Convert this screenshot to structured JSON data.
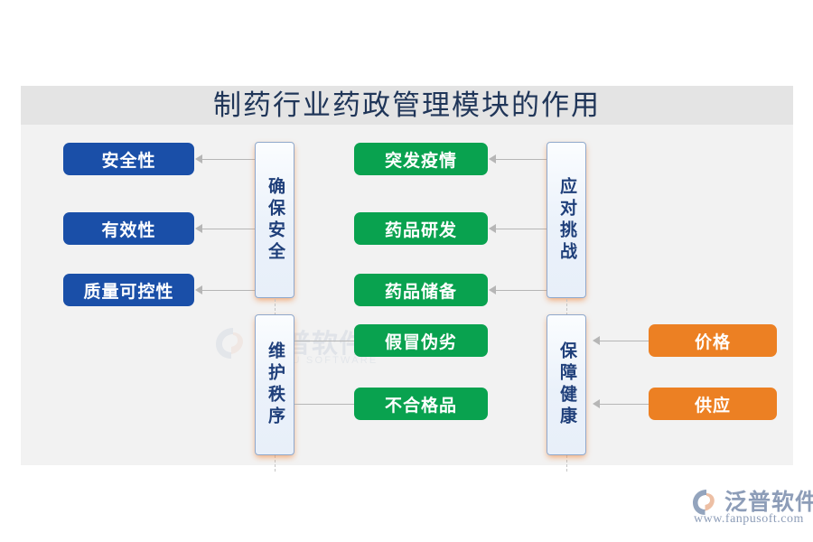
{
  "page": {
    "title": "制药行业药政管理模块的作用",
    "background_color": "#ffffff",
    "panel_color": "#f2f2f2",
    "title_band_color": "#e4e4e4",
    "title_color": "#1f3558"
  },
  "colors": {
    "blue": "#1a4fa8",
    "green": "#09a24f",
    "orange": "#ec8023",
    "vbox_border": "#8fa8cc",
    "vbox_text": "#1f3f7a",
    "connector": "#b6b6b6"
  },
  "categories": [
    {
      "id": "ensure-safety",
      "label": "确保安全",
      "arrow_direction": "left"
    },
    {
      "id": "meet-challenges",
      "label": "应对挑战",
      "arrow_direction": "left"
    },
    {
      "id": "maintain-order",
      "label": "维护秩序",
      "arrow_direction": "none"
    },
    {
      "id": "protect-health",
      "label": "保障健康",
      "arrow_direction": "left"
    }
  ],
  "groups": {
    "ensure_safety": {
      "label": "确保安全",
      "color": "#1a4fa8",
      "items": [
        {
          "label": "安全性"
        },
        {
          "label": "有效性"
        },
        {
          "label": "质量可控性"
        }
      ]
    },
    "meet_challenges": {
      "label": "应对挑战",
      "color": "#09a24f",
      "items": [
        {
          "label": "突发疫情"
        },
        {
          "label": "药品研发"
        },
        {
          "label": "药品储备"
        }
      ]
    },
    "maintain_order": {
      "label": "维护秩序",
      "color": "#09a24f",
      "items": [
        {
          "label": "假冒伪劣"
        },
        {
          "label": "不合格品"
        }
      ]
    },
    "protect_health": {
      "label": "保障健康",
      "color": "#ec8023",
      "items": [
        {
          "label": "价格"
        },
        {
          "label": "供应"
        }
      ]
    }
  },
  "watermark": {
    "cn": "泛普软件",
    "en": "FANPU SOFTWARE"
  },
  "logo": {
    "cn": "泛普软件",
    "url": "www.fanpusoft.com"
  }
}
